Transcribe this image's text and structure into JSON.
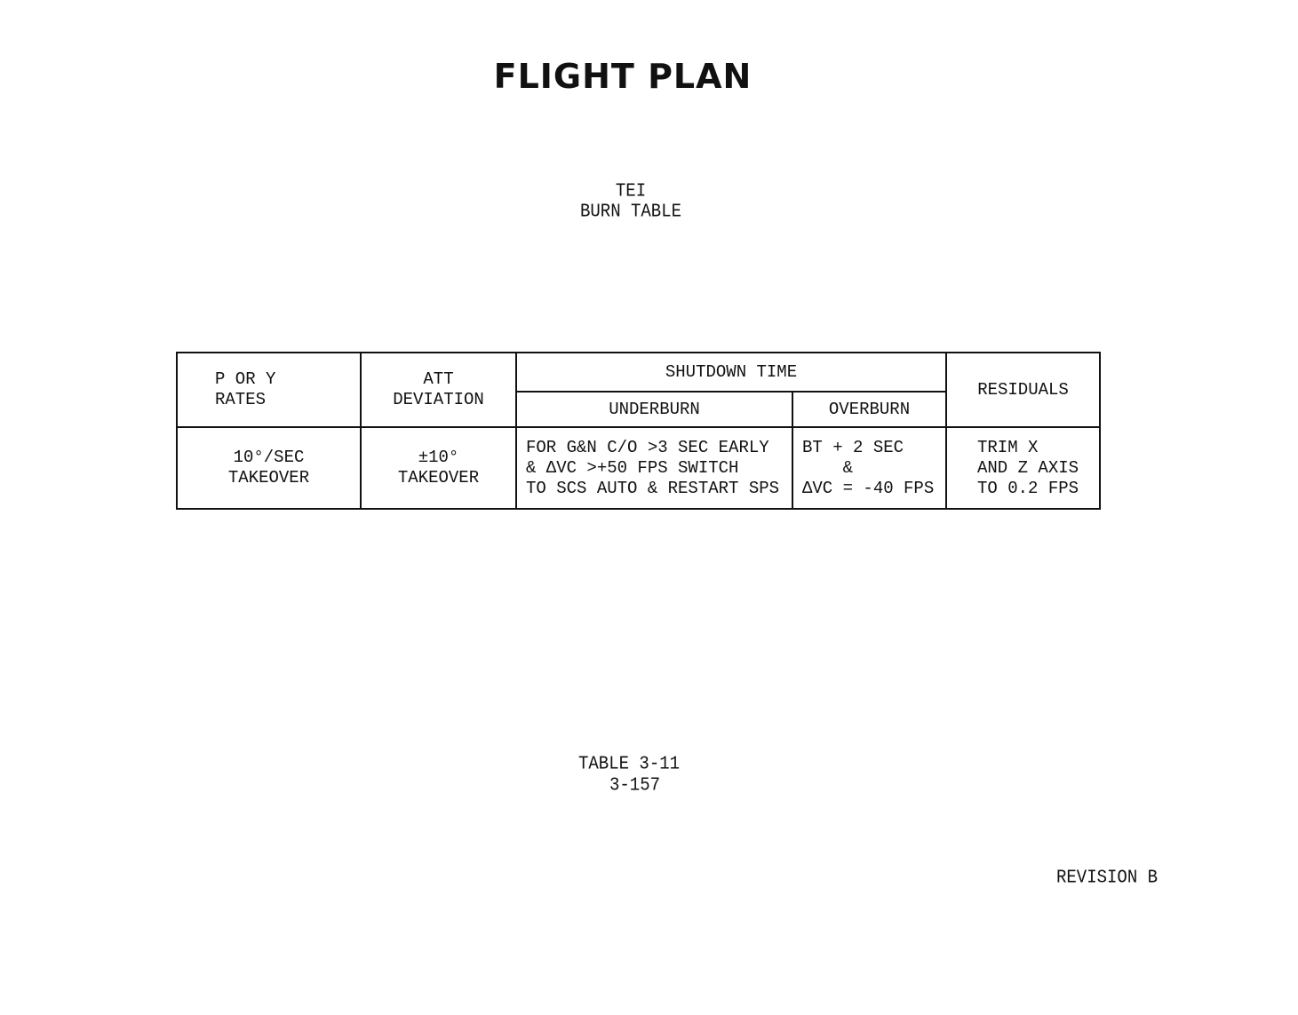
{
  "title": "FLIGHT PLAN",
  "subtitle": [
    "TEI",
    "BURN TABLE"
  ],
  "table": {
    "headers": {
      "rates": "P OR Y\nRATES",
      "att": "ATT\nDEVIATION",
      "shutdown": "SHUTDOWN TIME",
      "underburn": "UNDERBURN",
      "overburn": "OVERBURN",
      "residuals": "RESIDUALS"
    },
    "row": {
      "rates": "10°/SEC\nTAKEOVER",
      "att": "±10°\nTAKEOVER",
      "underburn": "FOR G&N C/O >3 SEC EARLY\n& ΔVC >+50 FPS SWITCH\nTO SCS AUTO & RESTART SPS",
      "overburn": "BT + 2 SEC\n    &\nΔVC = -40 FPS",
      "residuals": "TRIM X\nAND Z AXIS\nTO 0.2 FPS"
    }
  },
  "footer": {
    "table_number": "TABLE 3-11",
    "page_number": "3-157",
    "revision": "REVISION B"
  }
}
